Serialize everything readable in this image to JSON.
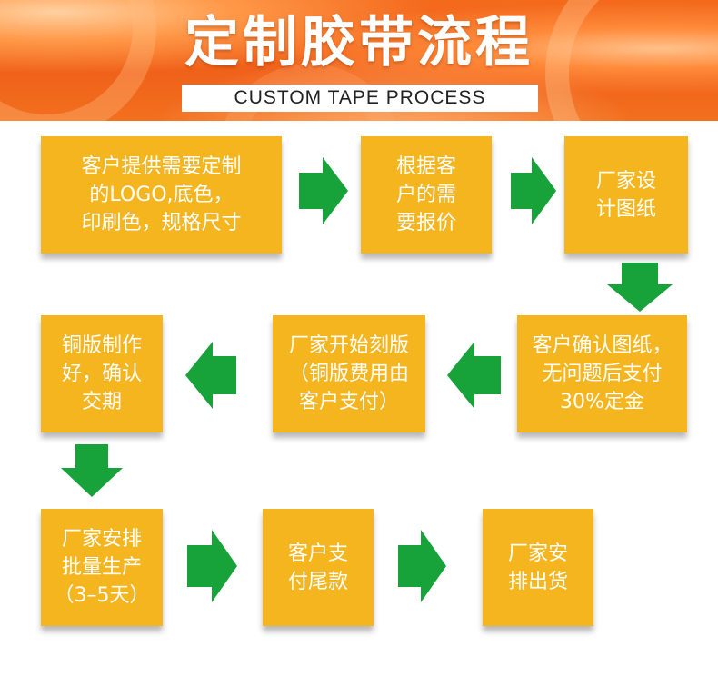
{
  "header": {
    "title_cn": "定制胶带流程",
    "title_en": "CUSTOM TAPE PROCESS"
  },
  "colors": {
    "banner": "#f0611a",
    "step_box": "#f5b51f",
    "arrow": "#17a33a",
    "text": "#ffffff"
  },
  "steps": [
    {
      "text": "客户提供需要定制\n的LOGO,底色，\n印刷色，规格尺寸"
    },
    {
      "text": "根据客\n户的需\n要报价"
    },
    {
      "text": "厂家设\n计图纸"
    },
    {
      "text": "客户确认图纸，\n无问题后支付\n30%定金"
    },
    {
      "text": "厂家开始刻版\n（铜版费用由\n客户支付）"
    },
    {
      "text": "铜版制作\n好，确认\n交期"
    },
    {
      "text": "厂家安排\n批量生产\n（3–5天）"
    },
    {
      "text": "客户支\n付尾款"
    },
    {
      "text": "厂家安\n排出货"
    }
  ]
}
